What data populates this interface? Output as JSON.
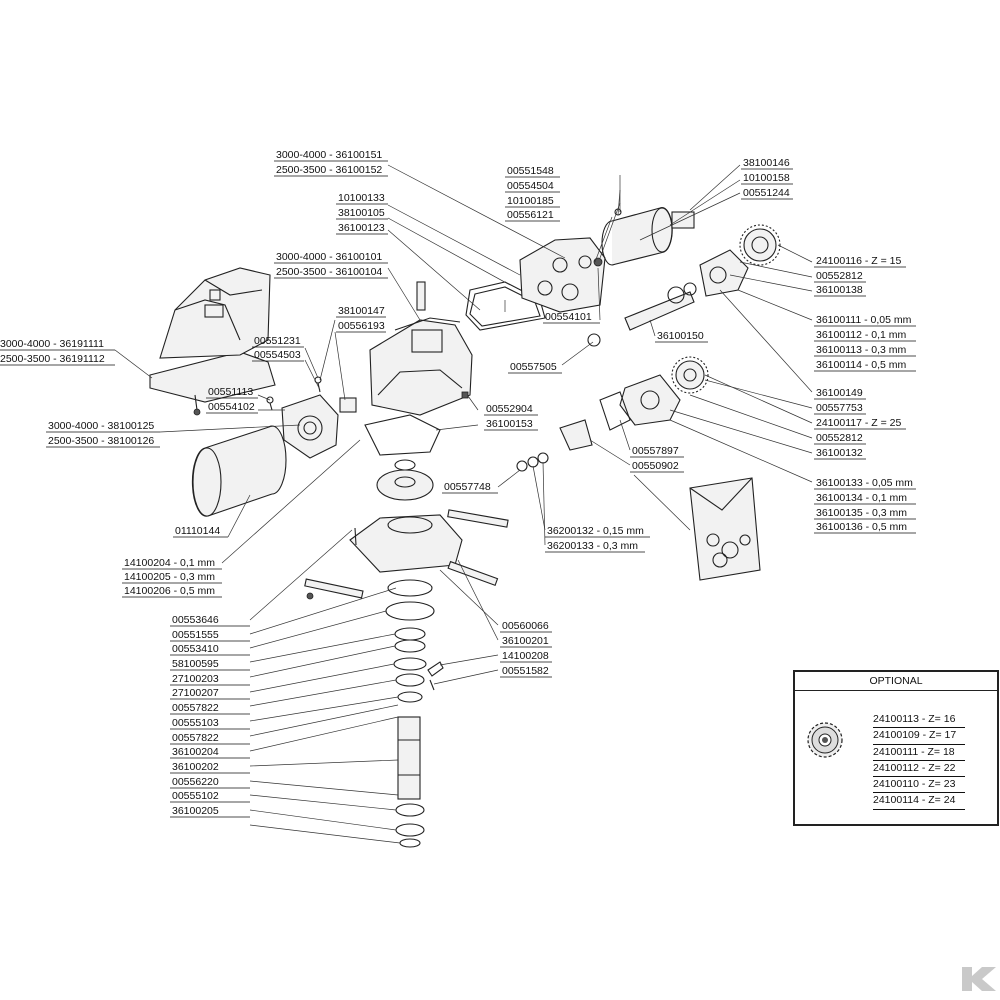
{
  "part_labels": [
    "3000-4000 - 36100151",
    "2500-3500 - 36100152",
    "10100133",
    "38100105",
    "36100123",
    "3000-4000 - 36100101",
    "2500-3500 - 36100104",
    "38100147",
    "00556193",
    "00551231",
    "00554503",
    "3000-4000 - 36191111",
    "2500-3500 - 36191112",
    "00551113",
    "00554102",
    "3000-4000 - 38100125",
    "2500-3500 - 38100126",
    "01110144",
    "00551548",
    "00554504",
    "10100185",
    "00556121",
    "00554101",
    "00557505",
    "00552904",
    "36100153",
    "38100146",
    "10100158",
    "00551244",
    "24100116 - Z = 15",
    "00552812",
    "36100138",
    "36100111 - 0,05 mm",
    "36100112 - 0,1 mm",
    "36100113 - 0,3 mm",
    "36100114 - 0,5 mm",
    "36100150",
    "36100149",
    "00557753",
    "24100117 - Z = 25",
    "00552812",
    "36100132",
    "36100133 - 0,05 mm",
    "36100134 - 0,1 mm",
    "36100135 - 0,3 mm",
    "36100136 - 0,5 mm",
    "00557897",
    "00550902",
    "00557748",
    "36200132 - 0,15 mm",
    "36200133 - 0,3 mm",
    "14100204 - 0,1 mm",
    "14100205 - 0,3 mm",
    "14100206 - 0,5 mm",
    "00553646",
    "00551555",
    "00553410",
    "58100595",
    "27100203",
    "27100207",
    "00557822",
    "00555103",
    "00557822",
    "36100204",
    "36100202",
    "00556220",
    "00555102",
    "36100205",
    "00560066",
    "36100201",
    "14100208",
    "00551582"
  ],
  "optional": {
    "title": "OPTIONAL",
    "items": [
      "24100113 - Z= 16",
      "24100109 - Z= 17",
      "24100111 - Z= 18",
      "24100112 - Z= 22",
      "24100110 - Z= 23",
      "24100114 - Z= 24"
    ]
  },
  "icons": {
    "brand": "k-logo-icon",
    "optional_part": "spur-gear-icon"
  },
  "colors": {
    "line": "#222222",
    "background": "#ffffff",
    "logo": "#bbbbbb"
  }
}
